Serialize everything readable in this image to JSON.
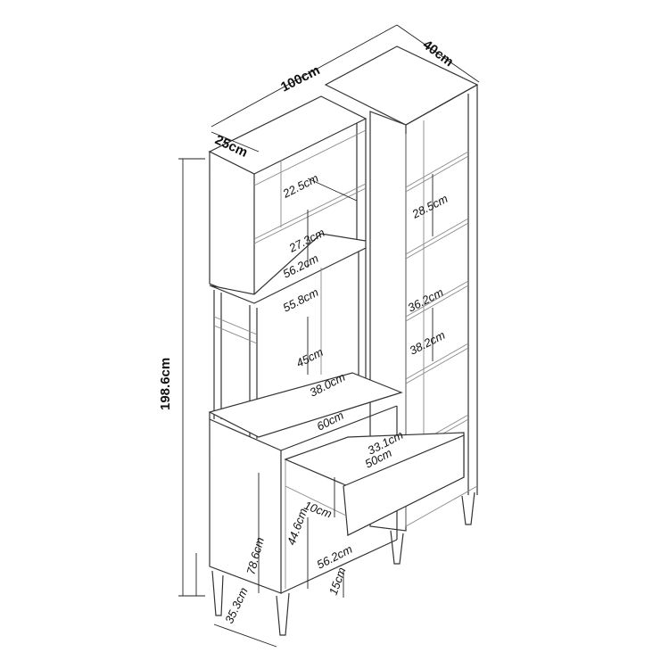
{
  "title": "Furniture dimension diagram",
  "dimensions": {
    "total_depth": "40cm",
    "total_width": "100cm",
    "hutch_depth": "25cm",
    "total_height": "198.6cm",
    "hutch_shelf_top": "22.5cm",
    "hutch_shelf_bottom": "27.3cm",
    "hutch_width": "56.2cm",
    "frame_width": "55.8cm",
    "desk_clearance": "45cm",
    "desk_depth": "38.0cm",
    "desk_width": "60cm",
    "drawer_depth": "33.1cm",
    "drawer_width": "50cm",
    "drawer_height": "10cm",
    "cabinet_inner_height": "44.6cm",
    "cabinet_height": "78.6cm",
    "cabinet_width": "56.2cm",
    "leg_height": "15cm",
    "cabinet_depth": "35.3cm",
    "tower_shelf_1": "28.5cm",
    "tower_shelf_2": "36.2cm",
    "tower_shelf_3": "38.2cm"
  }
}
